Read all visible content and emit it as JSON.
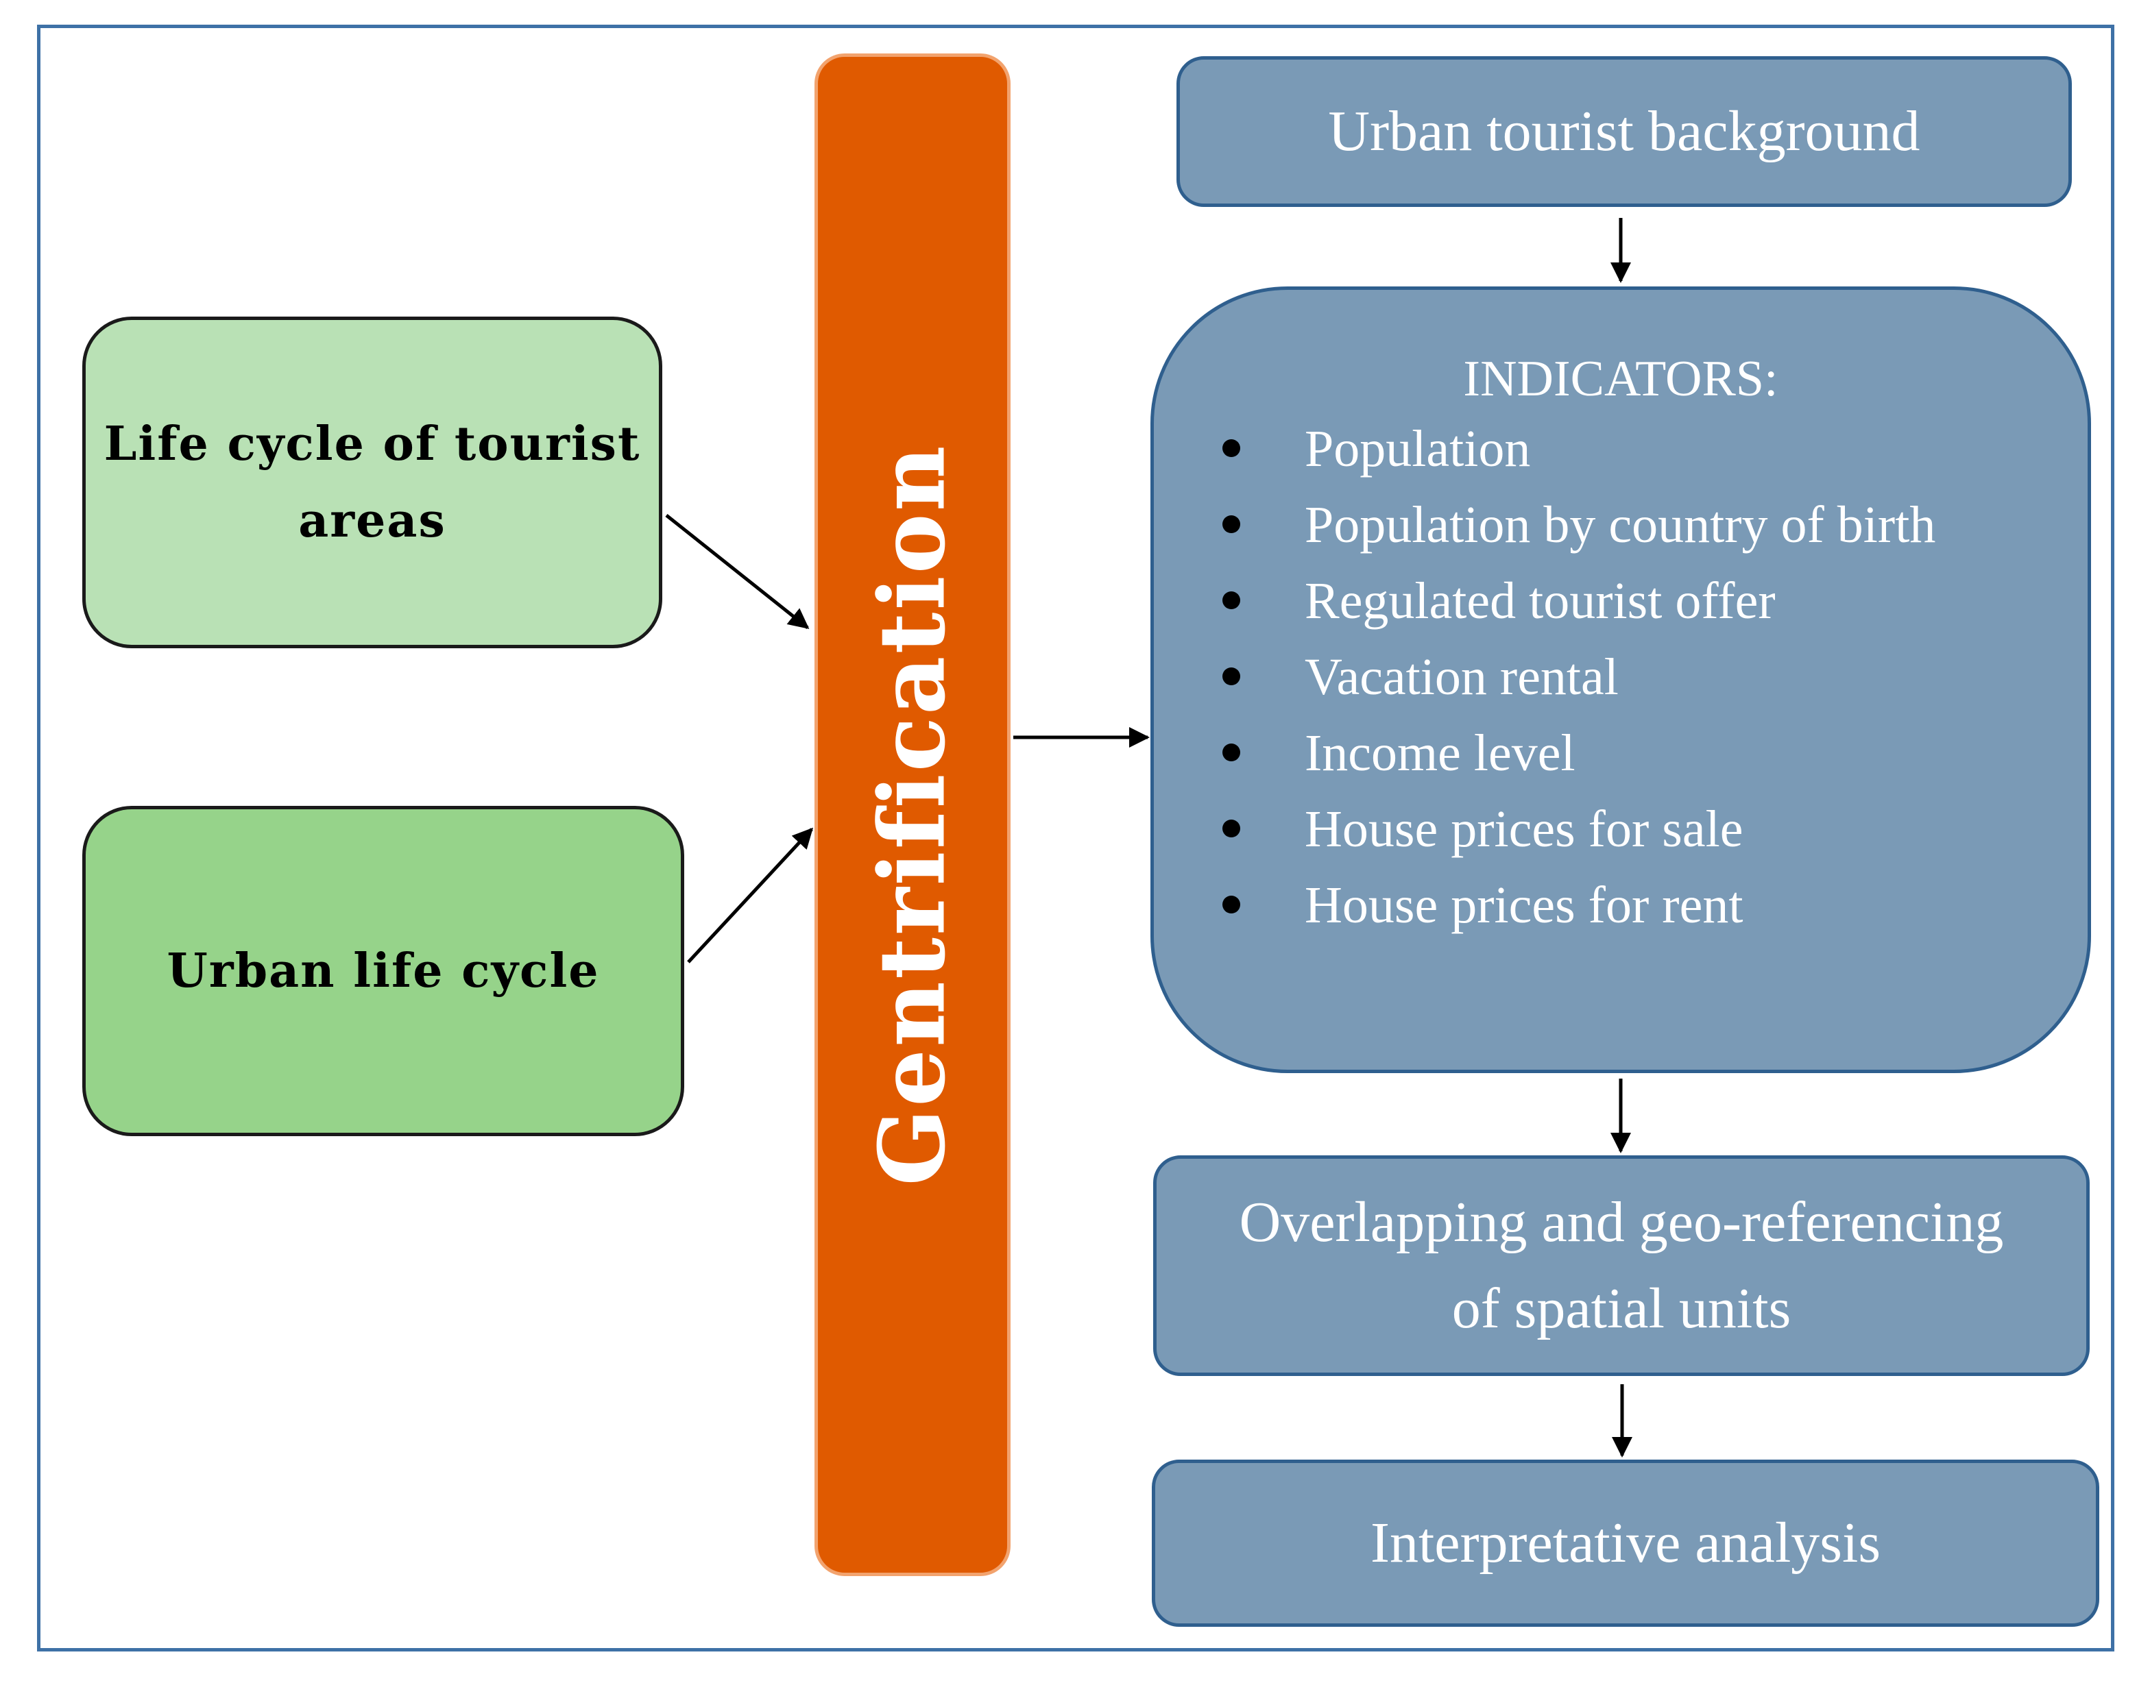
{
  "left_boxes": {
    "tourist_areas": [
      "Life cycle of tourist",
      "areas"
    ],
    "urban": "Urban life cycle"
  },
  "center": {
    "label": "Gentrification"
  },
  "right": {
    "background": "Urban tourist background",
    "indicators": {
      "title": "INDICATORS:",
      "items": [
        "Population",
        "Population by country of birth",
        "Regulated tourist offer",
        "Vacation rental",
        "Income level",
        "House prices for sale",
        "House prices for rent"
      ]
    },
    "overlap": [
      "Overlapping and geo-referencing",
      "of spatial units"
    ],
    "analysis": "Interpretative analysis"
  },
  "colors": {
    "tourist_box": "#b9e1b5",
    "urban_box": "#96d38a",
    "center_bar": "#e05a00",
    "blue_box": "#7a9ab6",
    "frame": "#3e71a6"
  }
}
